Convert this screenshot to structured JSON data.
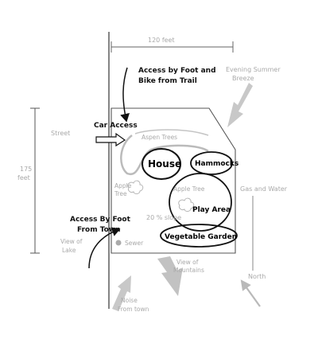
{
  "dimensions": {
    "width_label": "120 feet",
    "height_label_line1": "175",
    "height_label_line2": "feet"
  },
  "access": {
    "trail": [
      "Access by Foot and",
      "Bike from Trail"
    ],
    "car": "Car Access",
    "town": [
      "Access By Foot",
      "From Town"
    ]
  },
  "labels": {
    "street": "Street",
    "breeze": [
      "Evening Summer",
      "Breeze"
    ],
    "aspen": "Aspen Trees",
    "apple_left": [
      "Apple",
      "Tree"
    ],
    "apple_right": "Apple Tree",
    "gas_water": "Gas and Water",
    "slope": "20 % slope",
    "sewer": "Sewer",
    "view_lake": [
      "View of",
      "Lake"
    ],
    "view_mountains": [
      "View of",
      "Mountains"
    ],
    "noise": [
      "Noise",
      "From town"
    ],
    "north": "North"
  },
  "zones": {
    "house": "House",
    "hammocks": "Hammocks",
    "play_area": "Play Area",
    "vegetable_garden": "Vegetable Garden"
  }
}
